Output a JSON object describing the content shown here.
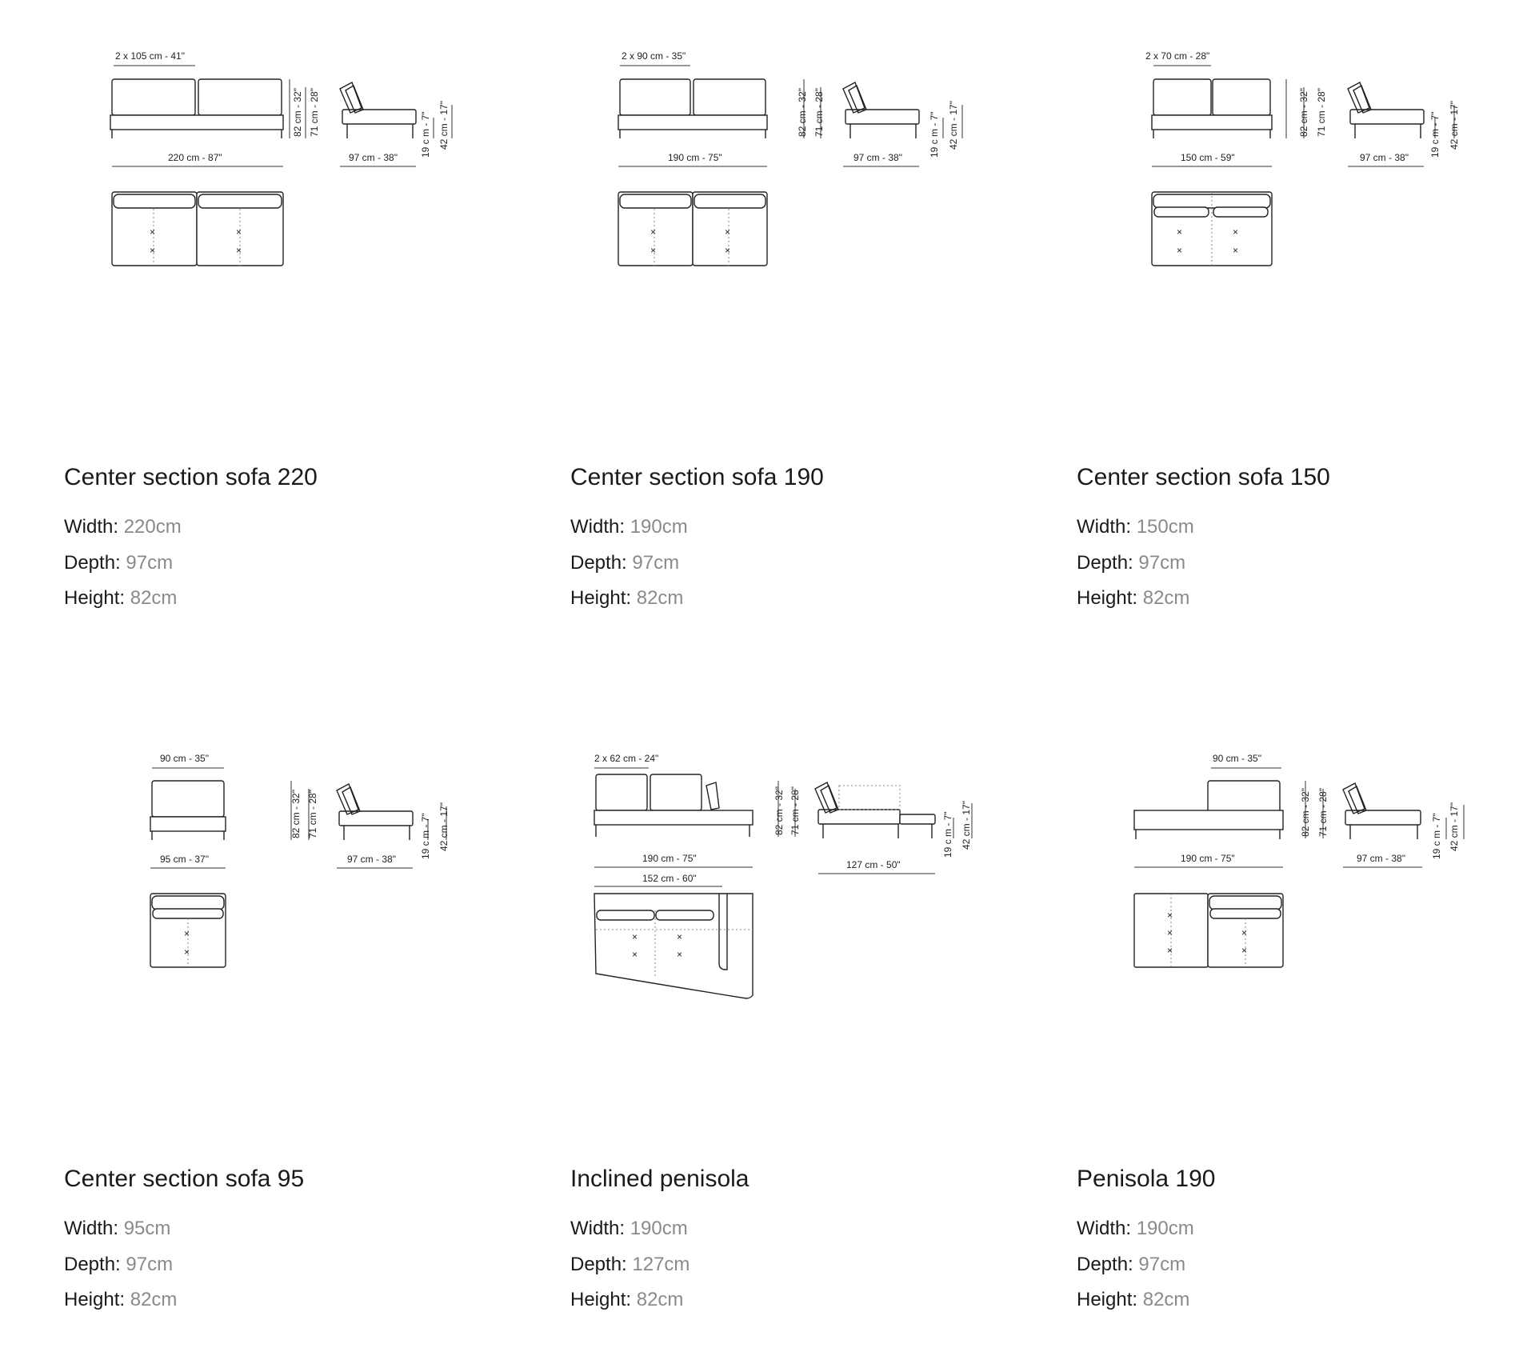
{
  "products": [
    {
      "title": "Center section sofa 220",
      "specs": {
        "width_label": "Width:",
        "width": "220cm",
        "depth_label": "Depth:",
        "depth": "97cm",
        "height_label": "Height:",
        "height": "82cm"
      },
      "dims": {
        "seat": "2 x 105 cm -  41\"",
        "total_w": "220 cm -  87\"",
        "h82": "82 cm -  32\"",
        "h71": "71 cm -  28\"",
        "side_d": "97 cm -  38\"",
        "h19": "19 c m -  7\"",
        "h42": "42 cm -  17\""
      }
    },
    {
      "title": "Center section sofa 190",
      "specs": {
        "width_label": "Width:",
        "width": "190cm",
        "depth_label": "Depth:",
        "depth": "97cm",
        "height_label": "Height:",
        "height": "82cm"
      },
      "dims": {
        "seat": "2 x 90 cm -  35\"",
        "total_w": "190 cm -  75\"",
        "h82": "82 cm -  32\"",
        "h71": "71 cm -  28\"",
        "side_d": "97 cm -  38\"",
        "h19": "19 c m -  7\"",
        "h42": "42 cm -  17\""
      }
    },
    {
      "title": "Center section sofa 150",
      "specs": {
        "width_label": "Width:",
        "width": "150cm",
        "depth_label": "Depth:",
        "depth": "97cm",
        "height_label": "Height:",
        "height": "82cm"
      },
      "dims": {
        "seat": "2 x 70 cm -  28\"",
        "total_w": "150 cm -  59\"",
        "h82": "82 cm -  32\"",
        "h71": "71 cm -  28\"",
        "side_d": "97 cm -  38\"",
        "h19": "19 c m -  7\"",
        "h42": "42 cm -  17\""
      }
    },
    {
      "title": "Center section sofa 95",
      "specs": {
        "width_label": "Width:",
        "width": "95cm",
        "depth_label": "Depth:",
        "depth": "97cm",
        "height_label": "Height:",
        "height": "82cm"
      },
      "dims": {
        "seat": "90 cm -  35\"",
        "total_w": "95 cm -  37\"",
        "h82": "82 cm -  32\"",
        "h71": "71 cm -  28\"",
        "side_d": "97 cm -  38\"",
        "h19": "19 c m -  7\"",
        "h42": "42 cm -  17\""
      }
    },
    {
      "title": "Inclined penisola",
      "specs": {
        "width_label": "Width:",
        "width": "190cm",
        "depth_label": "Depth:",
        "depth": "127cm",
        "height_label": "Height:",
        "height": "82cm"
      },
      "dims": {
        "seat": "2 x 62 cm - 24\"",
        "total_w": "190 cm - 75\"",
        "inner_w": "152 cm - 60\"",
        "h82": "82 cm - 32\"",
        "h71": "71 cm - 28\"",
        "side_d": "127 cm - 50\"",
        "h19": "19 c m - 7\"",
        "h42": "42 cm - 17\""
      }
    },
    {
      "title": "Penisola 190",
      "specs": {
        "width_label": "Width:",
        "width": "190cm",
        "depth_label": "Depth:",
        "depth": "97cm",
        "height_label": "Height:",
        "height": "82cm"
      },
      "dims": {
        "seat": "90 cm -  35\"",
        "total_w": "190 cm - 75\"",
        "h82": "82 cm -  32\"",
        "h71": "71 cm -  28\"",
        "side_d": "97 cm -  38\"",
        "h19": "19 c m -  7\"",
        "h42": "42 cm -  17\""
      }
    }
  ]
}
